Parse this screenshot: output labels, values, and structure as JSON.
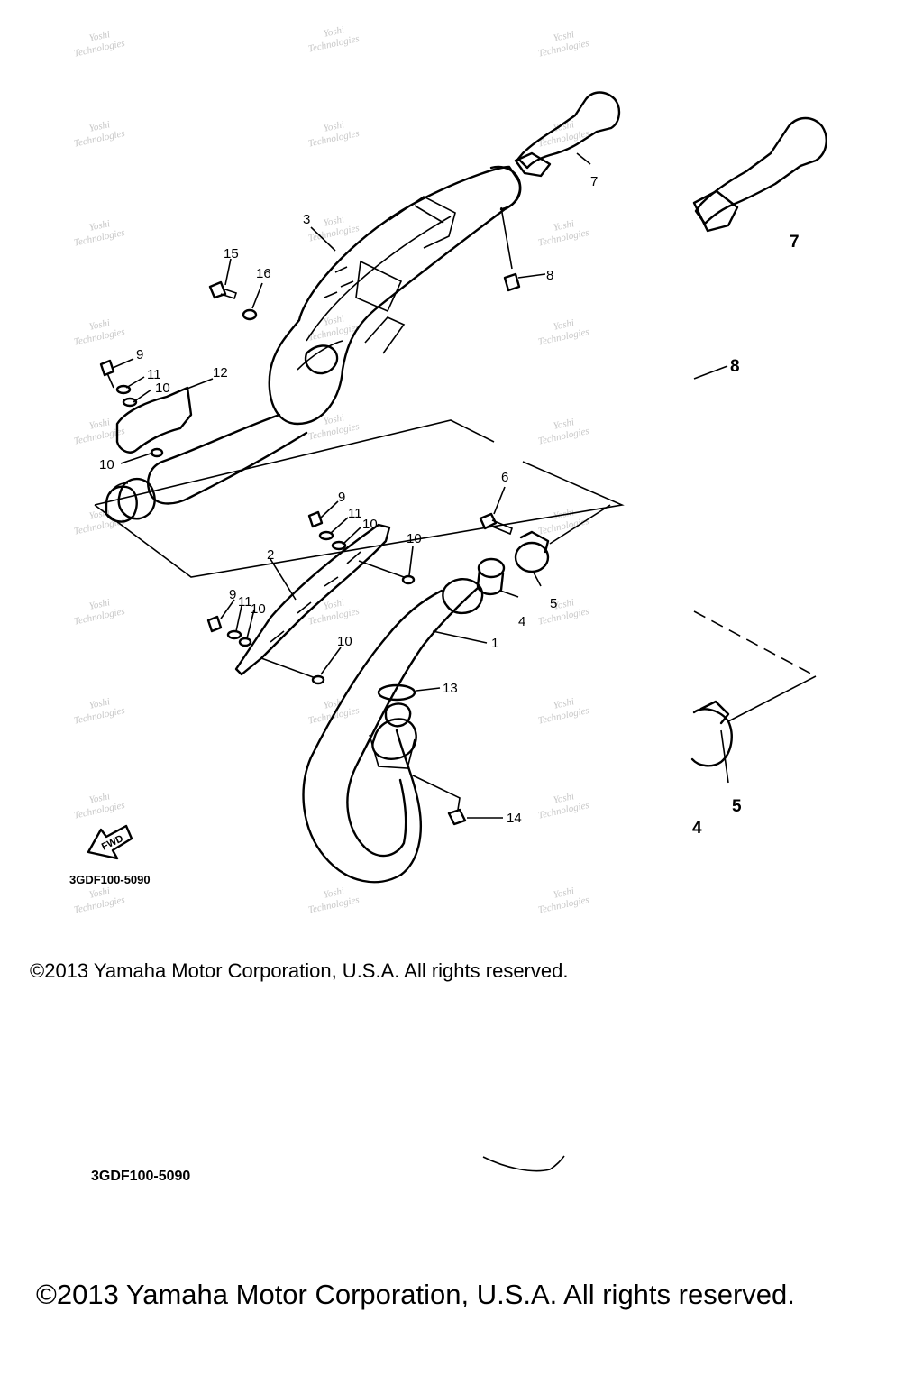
{
  "diagram": {
    "callouts": {
      "c1": "1",
      "c2": "2",
      "c3": "3",
      "c4": "4",
      "c5": "5",
      "c6": "6",
      "c7": "7",
      "c8": "8",
      "c9a": "9",
      "c9b": "9",
      "c9c": "9",
      "c10a": "10",
      "c10b": "10",
      "c10c": "10",
      "c10d": "10",
      "c10e": "10",
      "c10f": "10",
      "c11a": "11",
      "c11b": "11",
      "c11c": "11",
      "c12": "12",
      "c13": "13",
      "c14": "14",
      "c15": "15",
      "c16": "16"
    },
    "enlarged_callouts": {
      "c7": "7",
      "c8": "8",
      "c5": "5",
      "c4": "4"
    },
    "fwd_label": "FWD",
    "diagram_code": "3GDF100-5090",
    "diagram_code_large": "3GDF100-5090"
  },
  "footer": {
    "copyright": "©2013 Yamaha Motor Corporation, U.S.A. All rights reserved.",
    "copyright_large": "©2013 Yamaha Motor Corporation, U.S.A. All rights reserved."
  },
  "watermark": {
    "line1": "Yoshi",
    "line2": "Technologies"
  }
}
